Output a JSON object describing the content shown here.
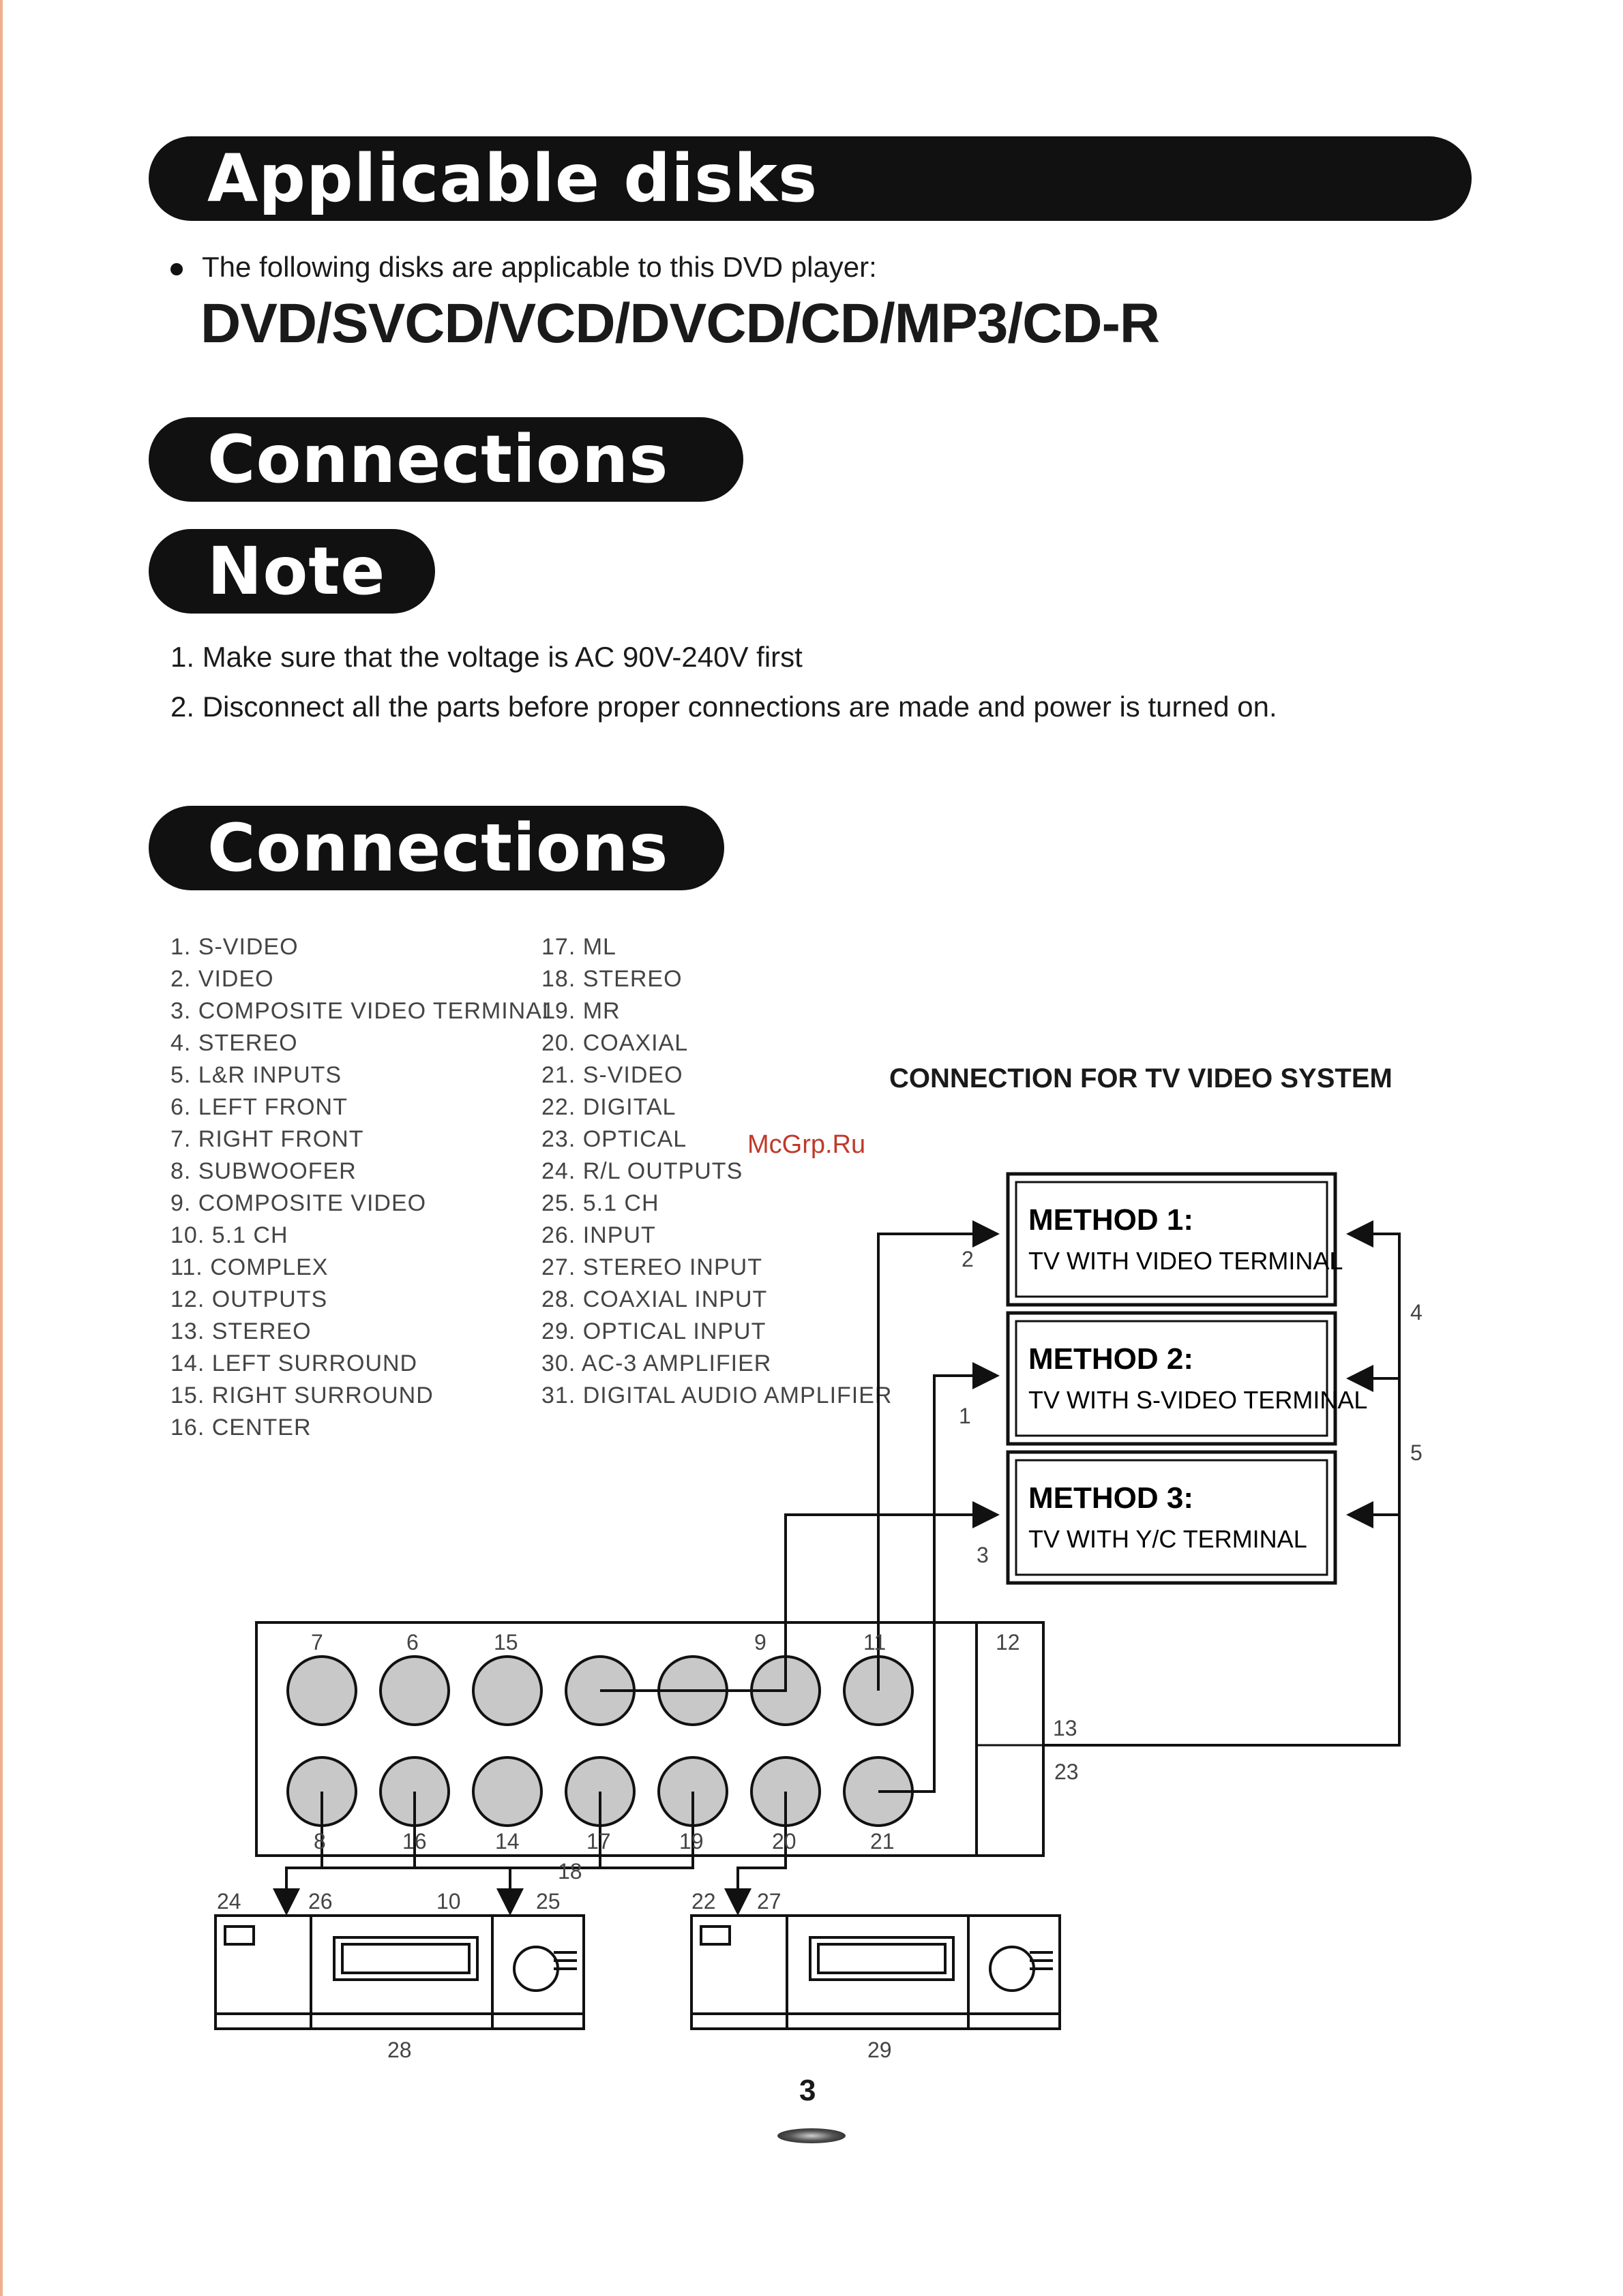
{
  "headings": {
    "applicable": "Applicable disks",
    "connections_top": "Connections",
    "note": "Note",
    "connections_main": "Connections"
  },
  "applicable": {
    "intro": "The following disks are applicable to this DVD player:",
    "formats": "DVD/SVCD/VCD/DVCD/CD/MP3/CD-R"
  },
  "notes": [
    "1. Make sure that the voltage is AC 90V-240V first",
    "2. Disconnect all the parts before proper connections are made and power is turned on."
  ],
  "legend_left": [
    "1. S-VIDEO",
    "2. VIDEO",
    "3. COMPOSITE VIDEO TERMINAL",
    "4. STEREO",
    "5. L&R INPUTS",
    "6. LEFT FRONT",
    "7. RIGHT FRONT",
    "8. SUBWOOFER",
    "9. COMPOSITE VIDEO",
    "10. 5.1 CH",
    "11. COMPLEX",
    "12. OUTPUTS",
    "13. STEREO",
    "14. LEFT SURROUND",
    "15. RIGHT SURROUND",
    "16. CENTER"
  ],
  "legend_right": [
    "17. ML",
    "18. STEREO",
    "19. MR",
    "20. COAXIAL",
    "21. S-VIDEO",
    "22. DIGITAL",
    "23. OPTICAL",
    "24. R/L OUTPUTS",
    "25. 5.1 CH",
    "26. INPUT",
    "27. STEREO INPUT",
    "28. COAXIAL INPUT",
    "29. OPTICAL INPUT",
    "30. AC-3 AMPLIFIER",
    "31. DIGITAL AUDIO AMPLIFIER"
  ],
  "watermark": "McGrp.Ru",
  "diagram": {
    "title": "CONNECTION FOR TV VIDEO SYSTEM",
    "methods": [
      {
        "heading": "METHOD 1:",
        "sub": "TV WITH VIDEO TERMINAL"
      },
      {
        "heading": "METHOD 2:",
        "sub": "TV WITH S-VIDEO TERMINAL"
      },
      {
        "heading": "METHOD 3:",
        "sub": "TV WITH Y/C TERMINAL"
      }
    ],
    "labels": {
      "l1": "1",
      "l2": "2",
      "l3": "3",
      "l4": "4",
      "l5": "5",
      "l6": "6",
      "l7": "7",
      "l8": "8",
      "l9": "9",
      "l10": "10",
      "l11": "11",
      "l12": "12",
      "l13": "13",
      "l14": "14",
      "l15": "15",
      "l16": "16",
      "l17": "17",
      "l18": "18",
      "l19": "19",
      "l20": "20",
      "l21": "21",
      "l22": "22",
      "l23": "23",
      "l24": "24",
      "l25": "25",
      "l26": "26",
      "l27": "27",
      "l28": "28",
      "l29": "29"
    }
  },
  "page_number": "3"
}
